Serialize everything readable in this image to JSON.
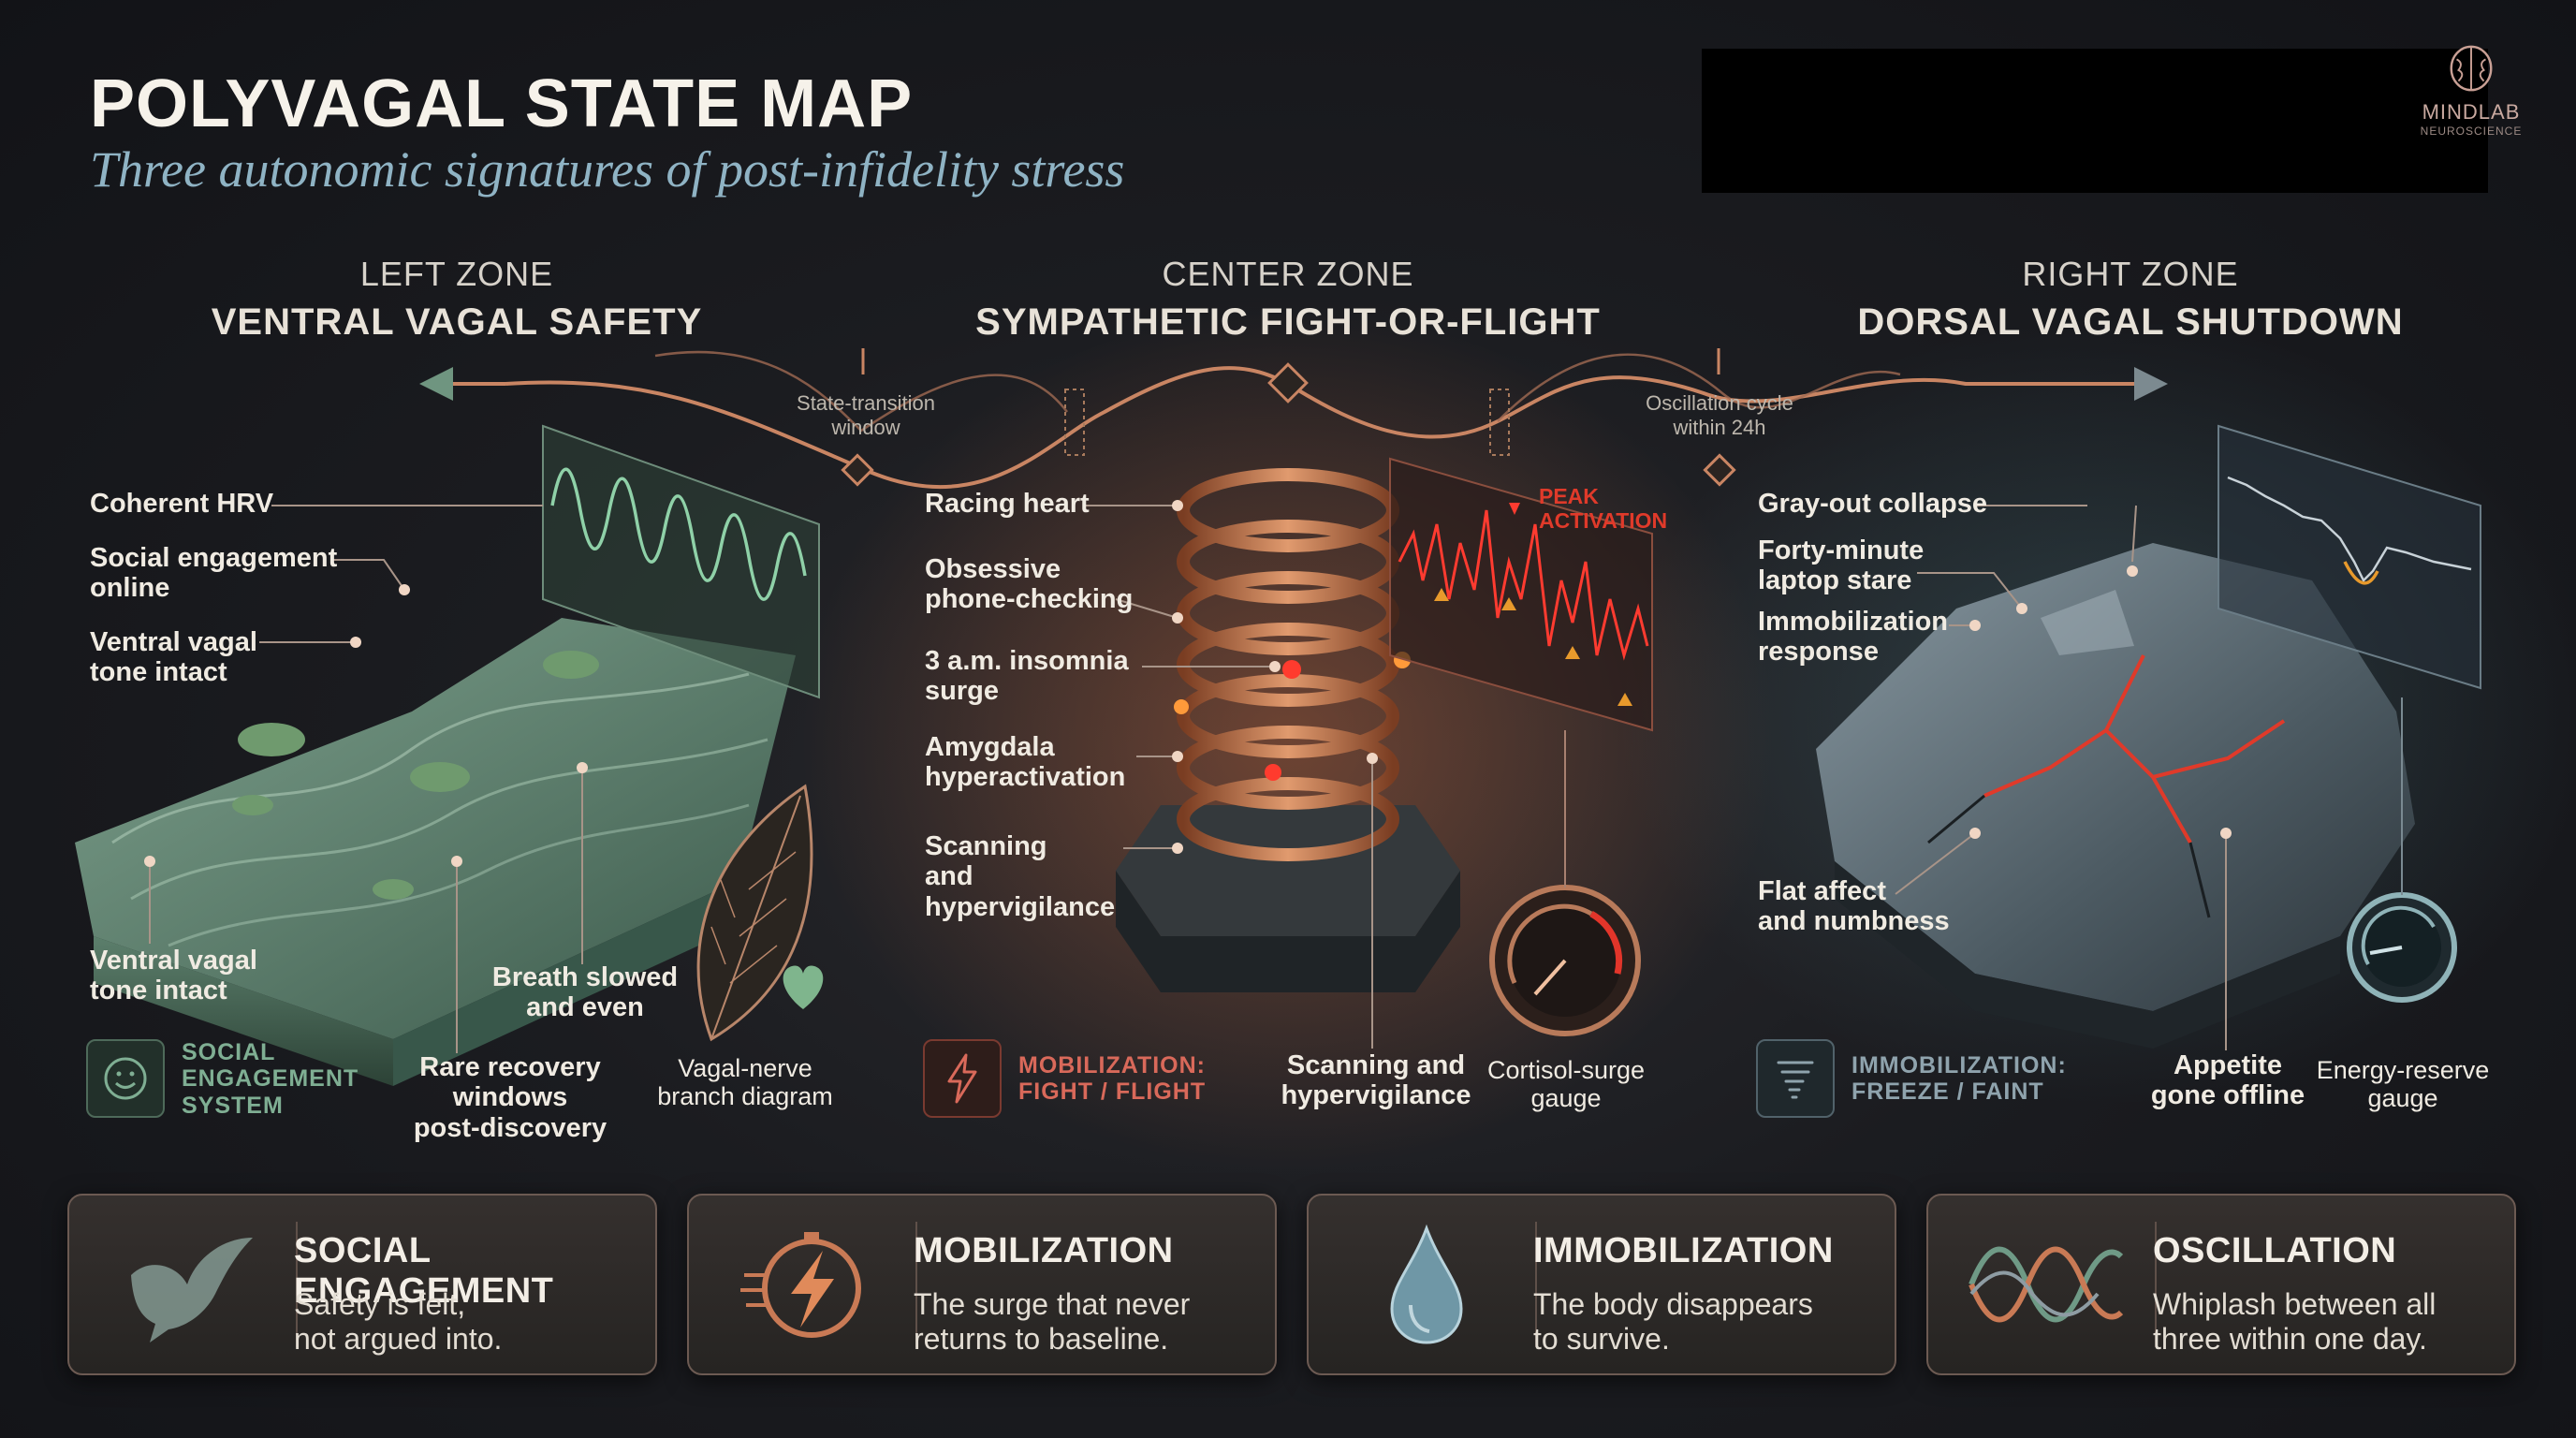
{
  "header": {
    "title": "POLYVAGAL STATE MAP",
    "subtitle": "Three autonomic signatures of post-infidelity stress"
  },
  "logo": {
    "name": "MINDLAB",
    "tagline": "NEUROSCIENCE",
    "icon": "brain-icon"
  },
  "zones": {
    "left": {
      "label": "LEFT ZONE",
      "name": "VENTRAL VAGAL SAFETY"
    },
    "center": {
      "label": "CENTER ZONE",
      "name": "SYMPATHETIC FIGHT-OR-FLIGHT"
    },
    "right": {
      "label": "RIGHT ZONE",
      "name": "DORSAL VAGAL SHUTDOWN"
    }
  },
  "timeline": {
    "note_left": [
      "State-transition",
      "window"
    ],
    "note_right": [
      "Oscillation cycle",
      "within 24h"
    ]
  },
  "left_panel": {
    "labels": [
      {
        "text": [
          "Coherent HRV"
        ]
      },
      {
        "text": [
          "Social engagement",
          "online"
        ]
      },
      {
        "text": [
          "Ventral vagal",
          "tone intact"
        ]
      },
      {
        "text": [
          "Ventral vagal",
          "tone intact"
        ]
      },
      {
        "text": [
          "Breath slowed",
          "and even"
        ]
      },
      {
        "text": [
          "Rare recovery windows",
          "post-discovery"
        ]
      },
      {
        "text": [
          "Vagal-nerve",
          "branch diagram"
        ]
      }
    ],
    "chip": {
      "text": [
        "SOCIAL",
        "ENGAGEMENT",
        "SYSTEM"
      ],
      "icon": "smiley-face-icon",
      "color": "#7fae93"
    }
  },
  "center_panel": {
    "labels": [
      {
        "text": [
          "Racing heart"
        ]
      },
      {
        "text": [
          "Obsessive",
          "phone-checking"
        ]
      },
      {
        "text": [
          "3 a.m. insomnia",
          "surge"
        ]
      },
      {
        "text": [
          "Amygdala",
          "hyperactivation"
        ]
      },
      {
        "text": [
          "Scanning",
          "and",
          "hypervigilance"
        ]
      },
      {
        "text": [
          "Scanning and",
          "hypervigilance"
        ]
      },
      {
        "text": [
          "Cortisol-surge",
          "gauge"
        ]
      }
    ],
    "peak": [
      "PEAK",
      "ACTIVATION"
    ],
    "chip": {
      "text": [
        "MOBILIZATION:",
        "FIGHT / FLIGHT"
      ],
      "icon": "lightning-bolt-icon",
      "color": "#d9695a"
    }
  },
  "right_panel": {
    "labels": [
      {
        "text": [
          "Gray-out collapse"
        ]
      },
      {
        "text": [
          "Forty-minute",
          "laptop stare"
        ]
      },
      {
        "text": [
          "Immobilization",
          "response"
        ]
      },
      {
        "text": [
          "Flat affect",
          "and numbness"
        ]
      },
      {
        "text": [
          "Appetite",
          "gone offline"
        ]
      },
      {
        "text": [
          "Energy-reserve",
          "gauge"
        ]
      }
    ],
    "chip": {
      "text": [
        "IMMOBILIZATION:",
        "FREEZE / FAINT"
      ],
      "icon": "tornado-icon",
      "color": "#8fa3ad"
    }
  },
  "cards": [
    {
      "title": "SOCIAL ENGAGEMENT",
      "body": [
        "Safety is felt,",
        "not argued into."
      ],
      "icon": "dove-icon"
    },
    {
      "title": "MOBILIZATION",
      "body": [
        "The surge that never",
        "returns to baseline."
      ],
      "icon": "lightning-stopwatch-icon"
    },
    {
      "title": "IMMOBILIZATION",
      "body": [
        "The body disappears",
        "to survive."
      ],
      "icon": "water-drop-icon"
    },
    {
      "title": "OSCILLATION",
      "body": [
        "Whiplash between all",
        "three within one day."
      ],
      "icon": "intertwined-waves-icon"
    }
  ],
  "colors": {
    "accent_green": "#7fae93",
    "accent_copper": "#c97a55",
    "accent_red": "#e0352a",
    "accent_slate": "#8fa3ad"
  }
}
